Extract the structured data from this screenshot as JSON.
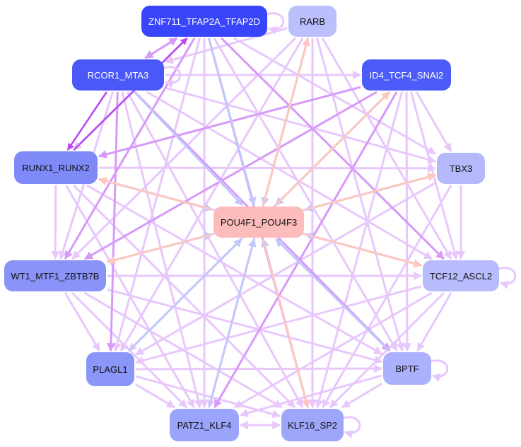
{
  "nodes": [
    {
      "id": "znf711",
      "label": "ZNF711_TFAP2A_TFAP2D",
      "color": "#3845fa",
      "dark": true
    },
    {
      "id": "rarb",
      "label": "RARB",
      "color": "#bbbffc",
      "dark": false
    },
    {
      "id": "rcor1",
      "label": "RCOR1_MTA3",
      "color": "#4a58f8",
      "dark": true
    },
    {
      "id": "id4",
      "label": "ID4_TCF4_SNAI2",
      "color": "#4b5cf8",
      "dark": true
    },
    {
      "id": "runx1",
      "label": "RUNX1_RUNX2",
      "color": "#7e8af8",
      "dark": false
    },
    {
      "id": "tbx3",
      "label": "TBX3",
      "color": "#b5b9fc",
      "dark": false
    },
    {
      "id": "pou4f1",
      "label": "POU4F1_POU4F3",
      "color": "#fcbcbc",
      "dark": false
    },
    {
      "id": "wt1",
      "label": "WT1_MTF1_ZBTB7B",
      "color": "#8a94f8",
      "dark": false
    },
    {
      "id": "tcf12",
      "label": "TCF12_ASCL2",
      "color": "#b8bcfc",
      "dark": false
    },
    {
      "id": "plagl1",
      "label": "PLAGL1",
      "color": "#8a96f8",
      "dark": false
    },
    {
      "id": "bptf",
      "label": "BPTF",
      "color": "#abb1fc",
      "dark": false
    },
    {
      "id": "patz1",
      "label": "PATZ1_KLF4",
      "color": "#9aa4fa",
      "dark": false
    },
    {
      "id": "klf16",
      "label": "KLF16_SP2",
      "color": "#9ea6fa",
      "dark": false
    }
  ],
  "edge_colors": {
    "lav": "#e8c8fc",
    "mid": "#d89af8",
    "deep": "#b848f0",
    "blue": "#c2c8fa",
    "salmon": "#fcc8c0"
  },
  "edges": [
    [
      "znf711",
      "pou4f1",
      "blue"
    ],
    [
      "rarb",
      "pou4f1",
      "blue"
    ],
    [
      "id4",
      "pou4f1",
      "blue"
    ],
    [
      "tbx3",
      "pou4f1",
      "blue"
    ],
    [
      "tcf12",
      "pou4f1",
      "blue"
    ],
    [
      "bptf",
      "pou4f1",
      "blue"
    ],
    [
      "klf16",
      "pou4f1",
      "blue"
    ],
    [
      "patz1",
      "pou4f1",
      "blue"
    ],
    [
      "plagl1",
      "pou4f1",
      "blue"
    ],
    [
      "wt1",
      "pou4f1",
      "blue"
    ],
    [
      "runx1",
      "pou4f1",
      "blue"
    ],
    [
      "rcor1",
      "pou4f1",
      "blue"
    ],
    [
      "pou4f1",
      "rarb",
      "salmon"
    ],
    [
      "pou4f1",
      "klf16",
      "salmon"
    ],
    [
      "pou4f1",
      "wt1",
      "salmon"
    ],
    [
      "pou4f1",
      "runx1",
      "salmon"
    ],
    [
      "pou4f1",
      "tcf12",
      "salmon"
    ],
    [
      "pou4f1",
      "id4",
      "salmon"
    ],
    [
      "pou4f1",
      "tbx3",
      "salmon"
    ],
    [
      "rcor1",
      "runx1",
      "deep"
    ],
    [
      "runx1",
      "znf711",
      "deep"
    ],
    [
      "znf711",
      "rcor1",
      "mid"
    ],
    [
      "rcor1",
      "znf711",
      "mid"
    ],
    [
      "znf711",
      "tcf12",
      "mid"
    ],
    [
      "znf711",
      "klf16",
      "mid"
    ],
    [
      "znf711",
      "wt1",
      "mid"
    ],
    [
      "id4",
      "wt1",
      "mid"
    ],
    [
      "id4",
      "runx1",
      "mid"
    ],
    [
      "id4",
      "patz1",
      "mid"
    ],
    [
      "rcor1",
      "bptf",
      "mid"
    ],
    [
      "rcor1",
      "plagl1",
      "mid"
    ],
    [
      "znf711",
      "tbx3",
      "lav"
    ],
    [
      "znf711",
      "bptf",
      "lav"
    ],
    [
      "znf711",
      "patz1",
      "lav"
    ],
    [
      "znf711",
      "plagl1",
      "lav"
    ],
    [
      "znf711",
      "runx1",
      "lav"
    ],
    [
      "rarb",
      "rcor1",
      "lav"
    ],
    [
      "rarb",
      "wt1",
      "lav"
    ],
    [
      "rarb",
      "plagl1",
      "lav"
    ],
    [
      "rarb",
      "tcf12",
      "lav"
    ],
    [
      "rarb",
      "bptf",
      "lav"
    ],
    [
      "rarb",
      "klf16",
      "lav"
    ],
    [
      "rarb",
      "patz1",
      "lav"
    ],
    [
      "rcor1",
      "tcf12",
      "lav"
    ],
    [
      "rcor1",
      "tbx3",
      "lav"
    ],
    [
      "rcor1",
      "klf16",
      "lav"
    ],
    [
      "rcor1",
      "patz1",
      "lav"
    ],
    [
      "rcor1",
      "id4",
      "lav"
    ],
    [
      "rcor1",
      "wt1",
      "lav"
    ],
    [
      "id4",
      "tcf12",
      "lav"
    ],
    [
      "id4",
      "bptf",
      "lav"
    ],
    [
      "id4",
      "klf16",
      "lav"
    ],
    [
      "id4",
      "plagl1",
      "lav"
    ],
    [
      "id4",
      "tbx3",
      "lav"
    ],
    [
      "runx1",
      "tcf12",
      "lav"
    ],
    [
      "runx1",
      "tbx3",
      "lav"
    ],
    [
      "runx1",
      "bptf",
      "lav"
    ],
    [
      "runx1",
      "klf16",
      "lav"
    ],
    [
      "runx1",
      "wt1",
      "lav"
    ],
    [
      "runx1",
      "patz1",
      "lav"
    ],
    [
      "tbx3",
      "wt1",
      "lav"
    ],
    [
      "tbx3",
      "tcf12",
      "lav"
    ],
    [
      "tbx3",
      "plagl1",
      "lav"
    ],
    [
      "tbx3",
      "klf16",
      "lav"
    ],
    [
      "wt1",
      "tcf12",
      "lav"
    ],
    [
      "wt1",
      "bptf",
      "lav"
    ],
    [
      "wt1",
      "klf16",
      "lav"
    ],
    [
      "wt1",
      "plagl1",
      "lav"
    ],
    [
      "wt1",
      "patz1",
      "lav"
    ],
    [
      "tcf12",
      "plagl1",
      "lav"
    ],
    [
      "tcf12",
      "patz1",
      "lav"
    ],
    [
      "tcf12",
      "klf16",
      "lav"
    ],
    [
      "tcf12",
      "bptf",
      "lav"
    ],
    [
      "plagl1",
      "bptf",
      "lav"
    ],
    [
      "plagl1",
      "klf16",
      "lav"
    ],
    [
      "plagl1",
      "patz1",
      "lav"
    ],
    [
      "bptf",
      "patz1",
      "lav"
    ],
    [
      "bptf",
      "klf16",
      "lav"
    ],
    [
      "patz1",
      "klf16",
      "lav"
    ],
    [
      "klf16",
      "patz1",
      "lav"
    ]
  ],
  "self_loops": [
    "znf711",
    "rcor1",
    "tcf12",
    "bptf",
    "klf16"
  ]
}
